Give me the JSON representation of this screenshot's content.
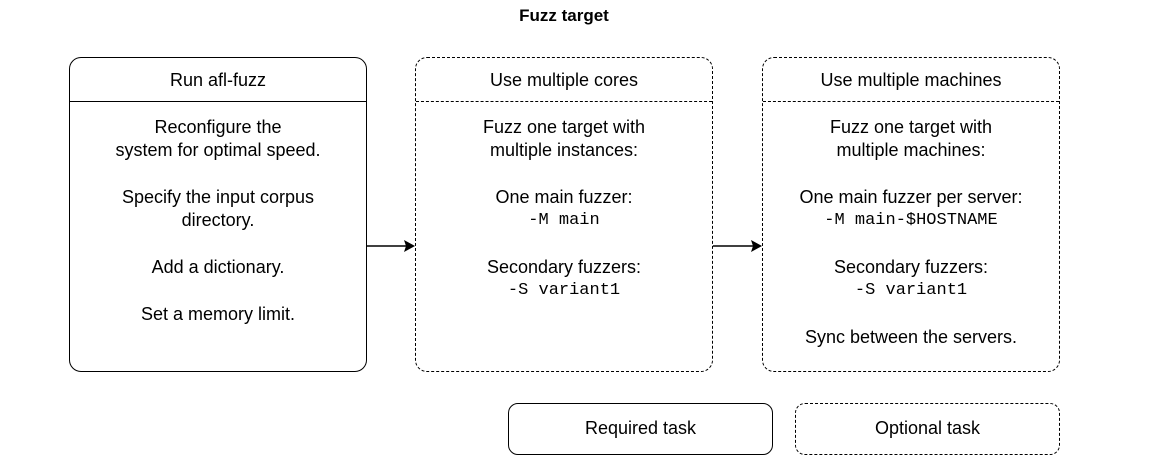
{
  "title": "Fuzz target",
  "boxes": [
    {
      "header": "Run afl-fuzz",
      "style": "solid",
      "lines": {
        "l1": "Reconfigure the",
        "l2": "system for optimal speed.",
        "l3": "Specify the input corpus",
        "l4": "directory.",
        "l5": "Add a dictionary.",
        "l6": "Set a memory limit."
      }
    },
    {
      "header": "Use multiple cores",
      "style": "dashed",
      "lines": {
        "l1": "Fuzz one target with",
        "l2": "multiple instances:",
        "l3": "One main fuzzer:",
        "l4": "-M main",
        "l5": "Secondary fuzzers:",
        "l6": "-S variant1"
      }
    },
    {
      "header": "Use multiple machines",
      "style": "dashed",
      "lines": {
        "l1": "Fuzz one target with",
        "l2": "multiple machines:",
        "l3": "One main fuzzer per server:",
        "l4": "-M main-$HOSTNAME",
        "l5": "Secondary fuzzers:",
        "l6": "-S variant1",
        "l7": "Sync between the servers."
      }
    }
  ],
  "legend": {
    "required": "Required task",
    "optional": "Optional task"
  }
}
